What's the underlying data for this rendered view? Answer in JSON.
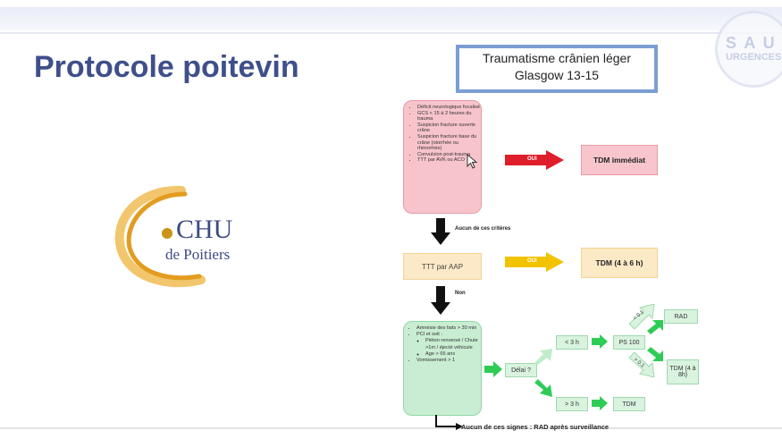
{
  "slide": {
    "title": "Protocole poitevin",
    "logo": {
      "main": "CHU",
      "sub": "de Poitiers",
      "dot_color": "#c99418",
      "arc_color": "#e7a92b",
      "text_color": "#3d4a82"
    },
    "watermark": {
      "line1": "S A U",
      "line2": "URGENCES"
    }
  },
  "flow": {
    "header_line1": "Traumatisme crânien léger",
    "header_line2": "Glasgow 13-15",
    "criteria_list": [
      "Déficit neurologique focalisé",
      "GCS < 15 à 2 heures du trauma",
      "Suspicion fracture ouverte crâne",
      "Suspicion fracture base du crâne (otorrhée ou rhinorrhée)",
      "Convulsion post-trauma",
      "TTT par AVK ou ACO"
    ],
    "oui_label_1": "OUI",
    "tdm_immediat": "TDM immédiat",
    "aucun_criteres": "Aucun de ces critères",
    "ttt_aap": "TTT par AAP",
    "oui_label_2": "OUI",
    "tdm_4_6": "TDM (4 à 6 h)",
    "non_label": "Non",
    "signs_list": {
      "amnesie": "Amnésie des faits > 30 min",
      "pci": "PCI et soit :",
      "sub": [
        "Piéton renversé / Chute >1m / éjecté véhicule",
        "Age > 65 ans"
      ],
      "vomissement": "Vomissement > 1"
    },
    "delai": "Délai ?",
    "lt3h": "< 3 h",
    "ps100": "PS 100",
    "lt01": "< 0.1",
    "gt01": "> 0.1",
    "rad": "RAD",
    "tdm_4_8": "TDM (4 à 8h)",
    "gt3h": "> 3 h",
    "tdm": "TDM",
    "bottom_note": "Aucun de ces signes : RAD après surveillance"
  },
  "colors": {
    "title": "#3f4f8a",
    "red_arrow": "#e01d2b",
    "yellow_arrow": "#f2c300",
    "green_arrow": "#2ecc55",
    "header_border": "#7c9ed4"
  }
}
